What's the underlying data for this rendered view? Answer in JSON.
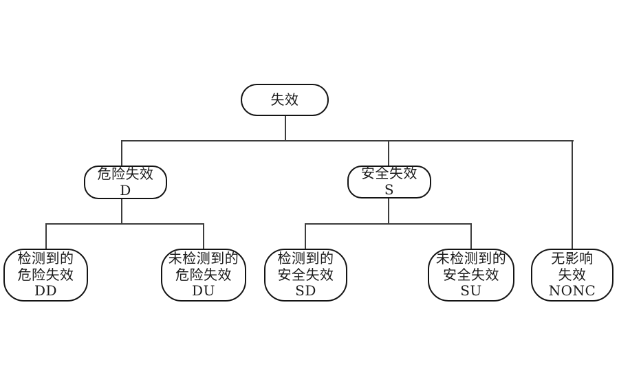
{
  "diagram": {
    "type": "tree",
    "title_semantic": "failure-classification-tree",
    "background_color": "#ffffff",
    "line_color": "#3c3c3c",
    "node_border_color": "#141414",
    "text_color": "#1a1a1a",
    "nodes": {
      "root": {
        "id": "root",
        "lines": [
          "失效"
        ]
      },
      "dangerous": {
        "id": "dangerous",
        "lines": [
          "危险失效",
          "D"
        ]
      },
      "safe": {
        "id": "safe",
        "lines": [
          "安全失效",
          "S"
        ]
      },
      "dd": {
        "id": "dd",
        "lines": [
          "检测到的",
          "危险失效",
          "DD"
        ]
      },
      "du": {
        "id": "du",
        "lines": [
          "未检测到的",
          "危险失效",
          "DU"
        ]
      },
      "sd": {
        "id": "sd",
        "lines": [
          "检测到的",
          "安全失效",
          "SD"
        ]
      },
      "su": {
        "id": "su",
        "lines": [
          "未检测到的",
          "安全失效",
          "SU"
        ]
      },
      "nonc": {
        "id": "nonc",
        "lines": [
          "无影响",
          "失效",
          "NONC"
        ]
      }
    },
    "edges": [
      {
        "from": "root",
        "to": "dangerous"
      },
      {
        "from": "root",
        "to": "safe"
      },
      {
        "from": "root",
        "to": "nonc"
      },
      {
        "from": "dangerous",
        "to": "dd"
      },
      {
        "from": "dangerous",
        "to": "du"
      },
      {
        "from": "safe",
        "to": "sd"
      },
      {
        "from": "safe",
        "to": "su"
      }
    ]
  }
}
